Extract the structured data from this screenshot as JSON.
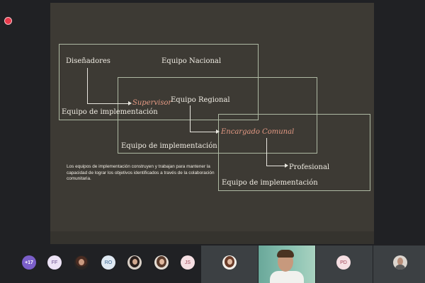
{
  "recording": {
    "indicator_color": "#e8394b"
  },
  "slide": {
    "labels": {
      "disenadores": "Diseñadores",
      "equipo_nacional": "Equipo Nacional",
      "supervisor": "Supervisor",
      "equipo_regional": "Equipo Regional",
      "equipo_impl_1": "Equipo de implementación",
      "encargado_comunal": "Encargado Comunal",
      "equipo_impl_2": "Equipo de implementación",
      "profesional": "Profesional",
      "equipo_impl_3": "Equipo de implementación"
    },
    "description": "Los equipos de implementación construyen y trabajan para mantener la capacidad de lograr los objetivos identificados a través de la colaboración comunitaria.",
    "colors": {
      "background": "#3d3a34",
      "role_text": "#e59a84",
      "box_border": "#aeb9a3"
    }
  },
  "participants": {
    "overflow_count": "+17",
    "initials": {
      "ff": "FF",
      "ro": "RO",
      "js": "JS",
      "pd": "PD"
    }
  }
}
